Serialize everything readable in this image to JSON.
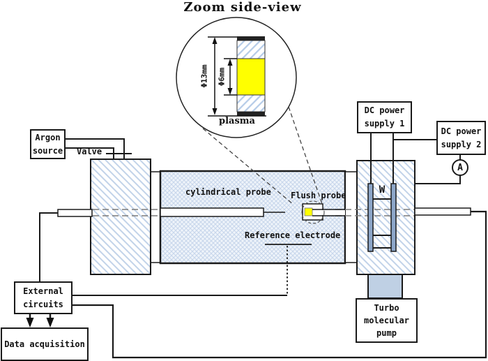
{
  "title": "Zoom side-view",
  "zoom_view": {
    "outer_dim": "Φ13mm",
    "inner_dim": "Φ6mm",
    "plasma": "plasma"
  },
  "labels": {
    "valve": "Valve",
    "cylindrical_probe": "cylindrical probe",
    "flush_probe": "Flush probe",
    "reference_electrode": "Reference electrode",
    "filament": "W",
    "ammeter": "A"
  },
  "boxes": {
    "argon_source": "Argon\nsource",
    "dc_power_supply_1": "DC power\nsupply 1",
    "dc_power_supply_2": "DC power\nsupply 2",
    "external_circuits": "External\ncircuits",
    "data_acquisition": "Data acquisition",
    "turbo_pump": "Turbo\nmolecular\npump"
  },
  "colors": {
    "plasma_yellow": "#ffff00",
    "hatch_blue": "#c2d3e9",
    "crosshatch_blue": "#c7d6eb",
    "electrode_blue": "#8ca6c9",
    "pump_port_blue": "#bfd0e4",
    "line_black": "#1a1a1a"
  }
}
